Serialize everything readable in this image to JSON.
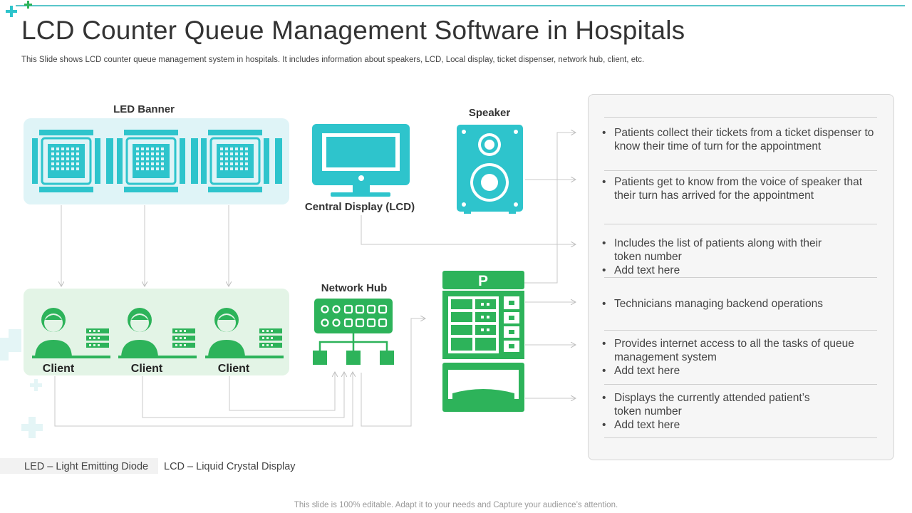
{
  "title": "LCD Counter Queue Management Software in Hospitals",
  "subtitle": "This Slide shows LCD counter queue management system in hospitals. It includes information about speakers, LCD, Local display, ticket dispenser, network hub, client, etc.",
  "diagram": {
    "led_banner_label": "LED Banner",
    "central_display_label": "Central Display (LCD)",
    "speaker_label": "Speaker",
    "network_hub_label": "Network Hub",
    "dispenser_letter": "P",
    "clients": [
      "Client",
      "Client",
      "Client"
    ]
  },
  "notes": [
    {
      "lines": [
        "Patients collect their tickets from a ticket dispenser to",
        "know their time of turn for the appointment"
      ]
    },
    {
      "lines": [
        "Patients get to know from the voice of speaker that",
        "their turn  has arrived for the appointment"
      ]
    },
    {
      "lines": [
        "Includes  the list of patients along with their",
        "token number"
      ],
      "extra": "Add text here"
    },
    {
      "lines": [
        "Technicians managing backend operations"
      ]
    },
    {
      "lines": [
        "Provides internet access to all the tasks of queue",
        "management system"
      ],
      "extra": "Add text here"
    },
    {
      "lines": [
        "Displays the currently  attended patient’s",
        "token number"
      ],
      "extra": "Add text here"
    }
  ],
  "abbreviations": [
    "LED – Light Emitting Diode",
    "LCD – Liquid Crystal Display"
  ],
  "footer": "This slide is 100% editable. Adapt it to your needs and Capture your audience’s attention.",
  "colors": {
    "teal": "#2ec4cc",
    "green": "#2db35a",
    "light_teal": "#dff4f7",
    "light_green": "#e3f4e6",
    "accent_line": "#22b3b8"
  }
}
